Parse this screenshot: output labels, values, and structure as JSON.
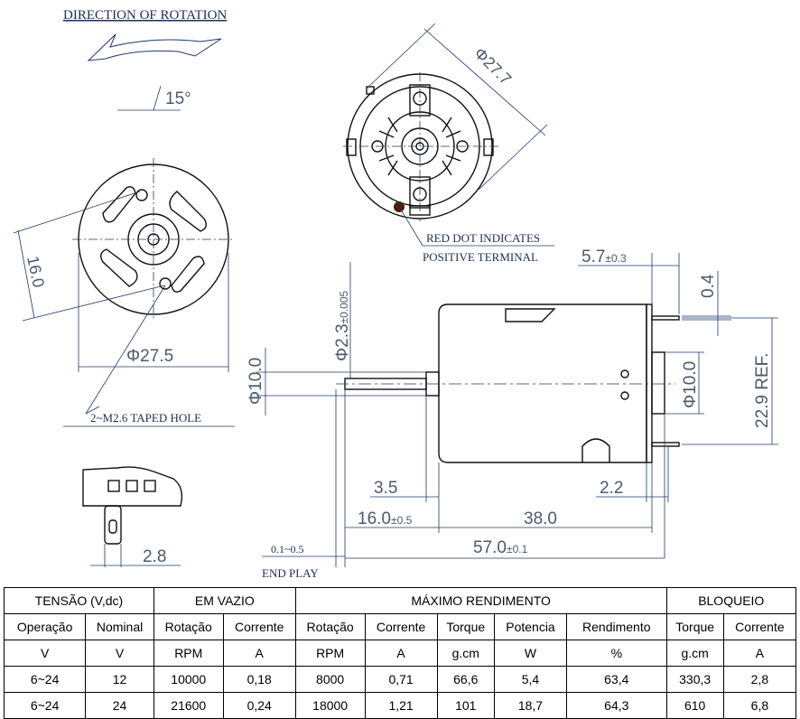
{
  "drawing": {
    "rotation_label": "DIRECTION OF ROTATION",
    "angle": "15°",
    "dim_16": "16.0",
    "dia_275": "Φ27.5",
    "taped_hole": "2~M2.6 TAPED HOLE",
    "dia_277": "Φ27.7",
    "red_dot_1": "RED DOT INDICATES",
    "red_dot_2": "POSITIVE TERMINAL",
    "dim_57_main": "5.7",
    "dim_57_tol": "±0.3",
    "dim_04": "0.4",
    "shaft_main": "Φ2.3",
    "shaft_tol": "±0.005",
    "dia_10_left": "Φ10.0",
    "dia_10_right": "Φ10.0",
    "ref_229": "22.9 REF.",
    "dim_35": "3.5",
    "dim_22": "2.2",
    "dim_16b_main": "16.0",
    "dim_16b_tol": "±0.5",
    "dim_38": "38.0",
    "dim_570_main": "57.0",
    "dim_570_tol": "±0.1",
    "end_play_value": "0.1~0.5",
    "end_play": "END PLAY",
    "dim_28": "2.8",
    "red_dot_color": "#4a1f10"
  },
  "table": {
    "groups": {
      "tensao": "TENSÃO (V,dc)",
      "vazio": "EM VAZIO",
      "max": "MÁXIMO RENDIMENTO",
      "bloqueio": "BLOQUEIO"
    },
    "headers": [
      "Operação",
      "Nominal",
      "Rotação",
      "Corrente",
      "Rotação",
      "Corrente",
      "Torque",
      "Potencia",
      "Rendimento",
      "Torque",
      "Corrente"
    ],
    "units": [
      "V",
      "V",
      "RPM",
      "A",
      "RPM",
      "A",
      "g.cm",
      "W",
      "%",
      "g.cm",
      "A"
    ],
    "rows": [
      [
        "6~24",
        "12",
        "10000",
        "0,18",
        "8000",
        "0,71",
        "66,6",
        "5,4",
        "63,4",
        "330,3",
        "2,8"
      ],
      [
        "6~24",
        "24",
        "21600",
        "0,24",
        "18000",
        "1,21",
        "101",
        "18,7",
        "64,3",
        "610",
        "6,8"
      ]
    ]
  }
}
